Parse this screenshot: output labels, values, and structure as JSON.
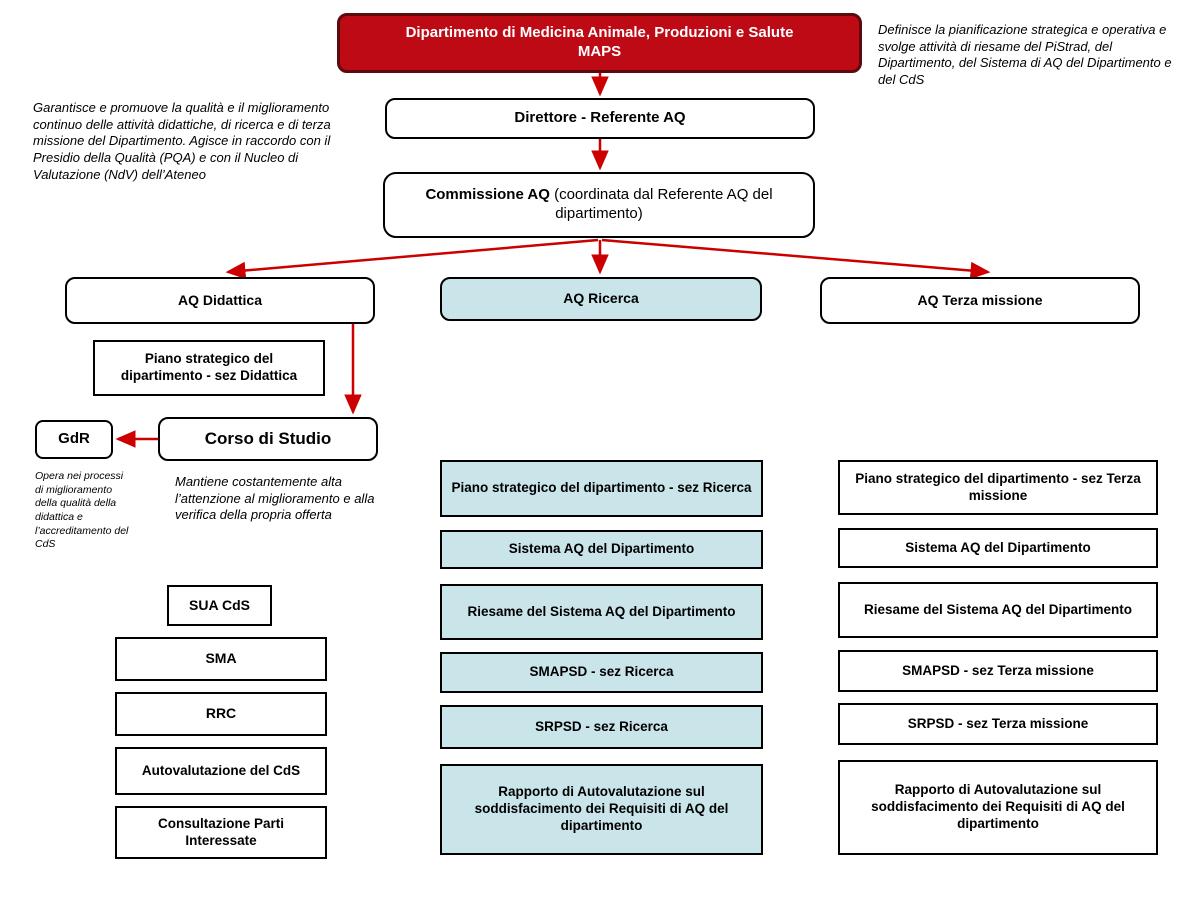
{
  "diagram": {
    "header": {
      "title": "Dipartimento di Medicina Animale, Produzioni e Salute",
      "acronym": "MAPS"
    },
    "annotations": {
      "top_right": "Definisce la pianificazione strategica e operativa e svolge attività di riesame del PiStrad, del Dipartimento, del Sistema di AQ del Dipartimento e del CdS",
      "top_left": "Garantisce e promuove la qualità e il miglioramento continuo delle attività didattiche, di ricerca e di terza missione del Dipartimento. Agisce in raccordo con il Presidio della Qualità (PQA) e con il Nucleo di Valutazione (NdV) dell’Ateneo",
      "gdr_note": "Opera nei processi di miglioramento della qualità della didattica e l’accreditamento del CdS",
      "cds_note": "Mantiene costantemente alta l’attenzione al miglioramento e alla verifica della propria offerta"
    },
    "nodes": {
      "direttore": "Direttore - Referente AQ",
      "commissione_bold": "Commissione AQ",
      "commissione_suffix": " (coordinata dal Referente AQ del dipartimento)",
      "aq_didattica": "AQ Didattica",
      "aq_ricerca": "AQ Ricerca",
      "aq_terza_missione": "AQ Terza missione",
      "piano_didattica": "Piano strategico del dipartimento - sez Didattica",
      "gdr": "GdR",
      "corso_di_studio": "Corso di Studio",
      "sua_cds": "SUA CdS",
      "sma": "SMA",
      "rrc": "RRC",
      "autovalutazione": "Autovalutazione del CdS",
      "consultazione": "Consultazione Parti Interessate"
    },
    "ricerca": {
      "items": [
        "Piano strategico del dipartimento - sez Ricerca",
        "Sistema AQ del Dipartimento",
        "Riesame del Sistema AQ del Dipartimento",
        "SMAPSD - sez Ricerca",
        "SRPSD - sez Ricerca",
        "Rapporto di Autovalutazione sul soddisfacimento dei Requisiti di AQ del dipartimento"
      ]
    },
    "terza_missione": {
      "items": [
        "Piano strategico del dipartimento - sez Terza missione",
        "Sistema AQ del Dipartimento",
        "Riesame del Sistema AQ del Dipartimento",
        "SMAPSD - sez Terza missione",
        "SRPSD - sez Terza missione",
        "Rapporto di Autovalutazione sul soddisfacimento dei Requisiti di AQ del dipartimento"
      ]
    },
    "colors": {
      "header_bg": "#BE0A14",
      "ricerca_bg": "#C9E5EA",
      "arrow": "#CC0000",
      "border": "#000000"
    }
  }
}
